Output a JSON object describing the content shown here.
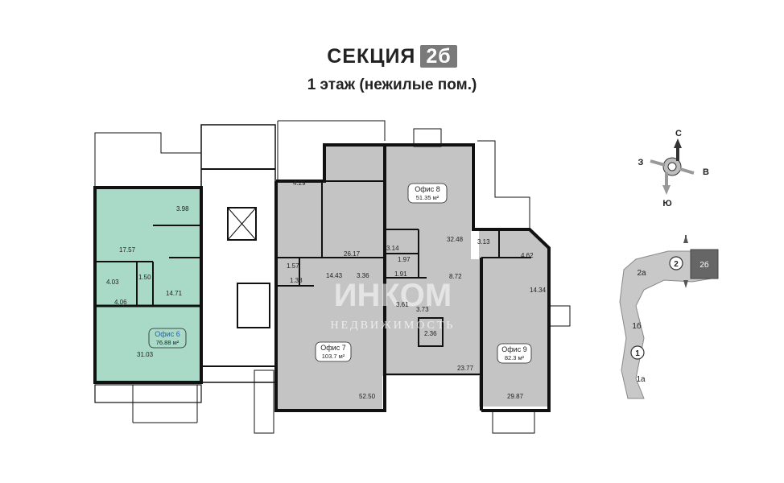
{
  "header": {
    "title": "СЕКЦИЯ",
    "section_badge": "2б",
    "subtitle": "1 этаж (нежилые пом.)"
  },
  "offices": [
    {
      "label": "Офис 6",
      "area": "76.88 м²",
      "fill": "#a9dac8"
    },
    {
      "label": "Офис 7",
      "area": "103.7 м²",
      "fill": "#c4c4c4"
    },
    {
      "label": "Офис 8",
      "area": "51.35 м²",
      "fill": "#c4c4c4"
    },
    {
      "label": "Офис 9",
      "area": "82.3 м²",
      "fill": "#c4c4c4"
    }
  ],
  "room_areas": {
    "r_398": "3.98",
    "r_1757": "17.57",
    "r_403": "4.03",
    "r_150": "1.50",
    "r_406": "4.06",
    "r_1471": "14.71",
    "r_3103": "31.03",
    "r_429": "4.29",
    "r_2617": "26.17",
    "r_157": "1.57",
    "r_138": "1.38",
    "r_1443": "14.43",
    "r_336": "3.36",
    "r_5250": "52.50",
    "r_314": "3.14",
    "r_197": "1.97",
    "r_191": "1.91",
    "r_3248": "32.48",
    "r_313": "3.13",
    "r_872": "8.72",
    "r_462": "4.62",
    "r_1434": "14.34",
    "r_361": "3.61",
    "r_373": "3.73",
    "r_236": "2.36",
    "r_2377": "23.77",
    "r_2987": "29.87"
  },
  "compass": {
    "north": "С",
    "south": "Ю",
    "west": "З",
    "east": "В"
  },
  "key_plan": {
    "label_2a": "2а",
    "label_2b": "2б",
    "label_1b": "1б",
    "label_1a": "1а",
    "marker_1": "1",
    "marker_2": "2"
  },
  "watermark": {
    "brand": "ИНКОМ",
    "sub": "НЕДВИЖИМОСТЬ"
  },
  "colors": {
    "office6_fill": "#a9dac8",
    "office_grey_fill": "#c4c4c4",
    "wall": "#111111",
    "badge": "#7a7a7a"
  }
}
